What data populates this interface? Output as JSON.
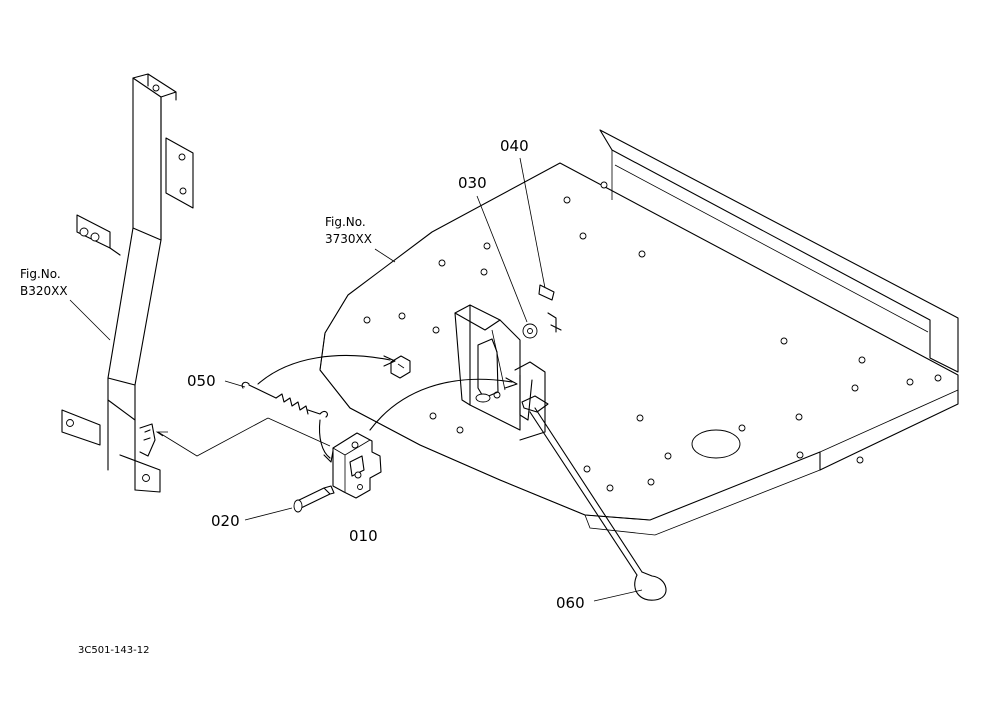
{
  "callouts": {
    "p010": "010",
    "p020": "020",
    "p030": "030",
    "p040": "040",
    "p050": "050",
    "p060": "060"
  },
  "refs": {
    "ref_a_title": "Fig.No.",
    "ref_a_code": "B320XX",
    "ref_b_title": "Fig.No.",
    "ref_b_code": "3730XX"
  },
  "drawing_code": "3C501-143-12"
}
